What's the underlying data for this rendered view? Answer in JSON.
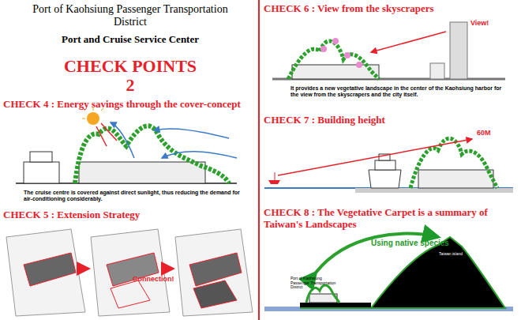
{
  "diagram": {
    "title": "Port of Kaohsiung Passenger Transportation District",
    "labels": [
      "Port and Cruise Service Center",
      "CHECK POINTS",
      "2",
      "CHECK 4 : Energy savings through the cover-concept",
      "The cruise centre is covered against direct sunlight, thus reducing the demand for air-conditioning considerably.",
      "CHECK 5 : Extension Strategy",
      "Connection!",
      "CHECK 6 : View from the skyscrapers",
      "View!",
      "It provides a new vegetative landscape in the center of the Kaohsiung harbor for the view from the skyscrapers and the city itself.",
      "CHECK 7 : Building height",
      "60M",
      "CHECK 8 : The Vegetative Carpet is a summary of Taiwan's Landscapes",
      "Using native species",
      "Port of Kaohsiung Passenger Transportation District",
      "Taiwan island"
    ]
  }
}
